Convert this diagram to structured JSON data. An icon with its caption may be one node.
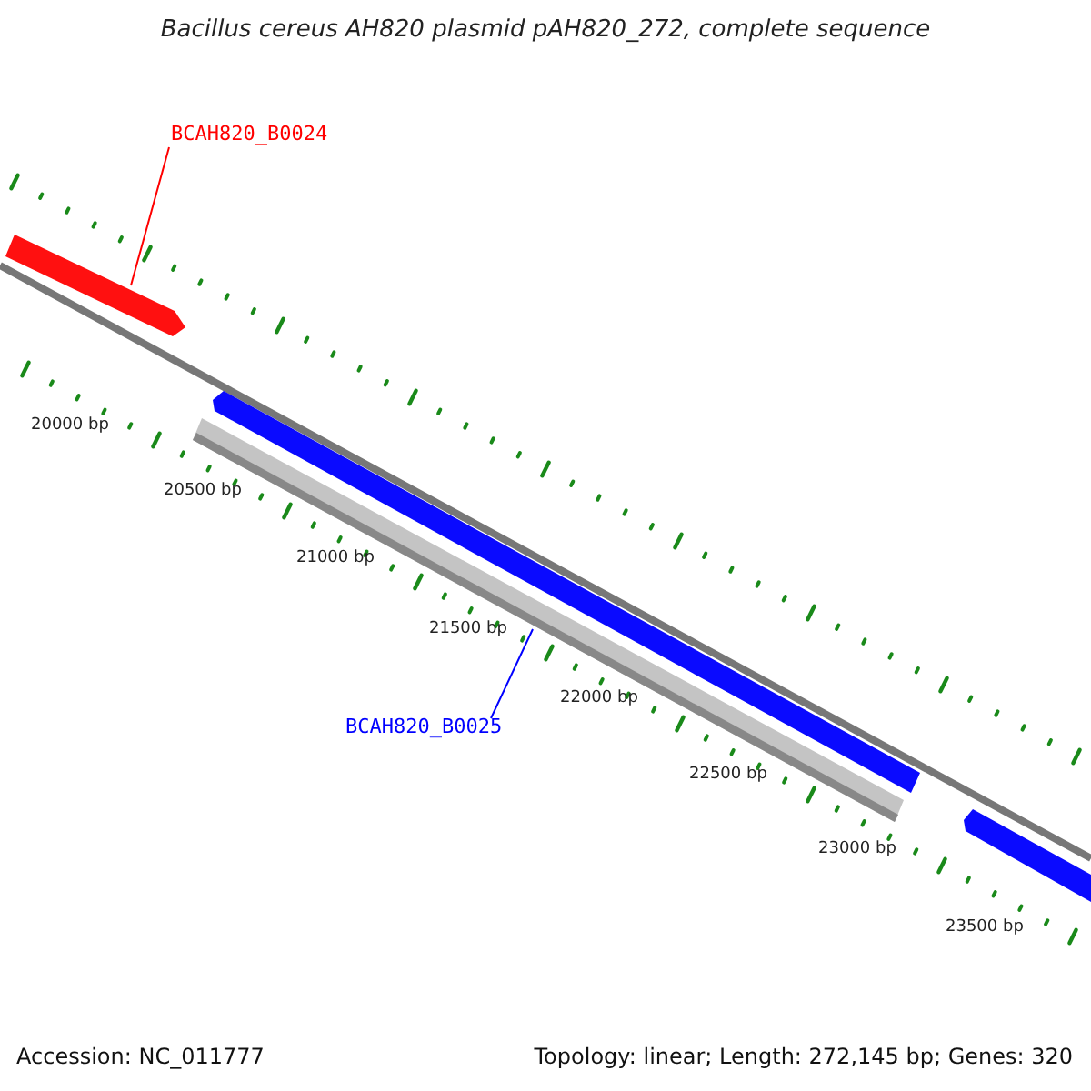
{
  "diagram": {
    "title": "Bacillus cereus AH820 plasmid pAH820_272, complete sequence",
    "nodes": [
      {
        "text": [
          "BCAH820_B0024"
        ]
      },
      {
        "text": [],
        "shape": "bar"
      },
      {
        "text": [],
        "shape": "bar"
      },
      {
        "text": [],
        "shape": "bar"
      },
      {
        "text": [
          "BCAH820_B0025"
        ]
      },
      {
        "text": [],
        "shape": "bar"
      }
    ],
    "edges": [
      {
        "from": 0,
        "to": 1,
        "arrow": "none",
        "color": "#ff0000"
      },
      {
        "from": 4,
        "to": 3,
        "arrow": "none",
        "color": "#0000ff"
      }
    ],
    "labels": [
      "20000 bp",
      "20500 bp",
      "21000 bp",
      "21500 bp",
      "22000 bp",
      "22500 bp",
      "23000 bp",
      "23500 bp",
      "Accession: NC_011777",
      "Topology: linear; Length: 272,145 bp; Genes: 320"
    ]
  }
}
